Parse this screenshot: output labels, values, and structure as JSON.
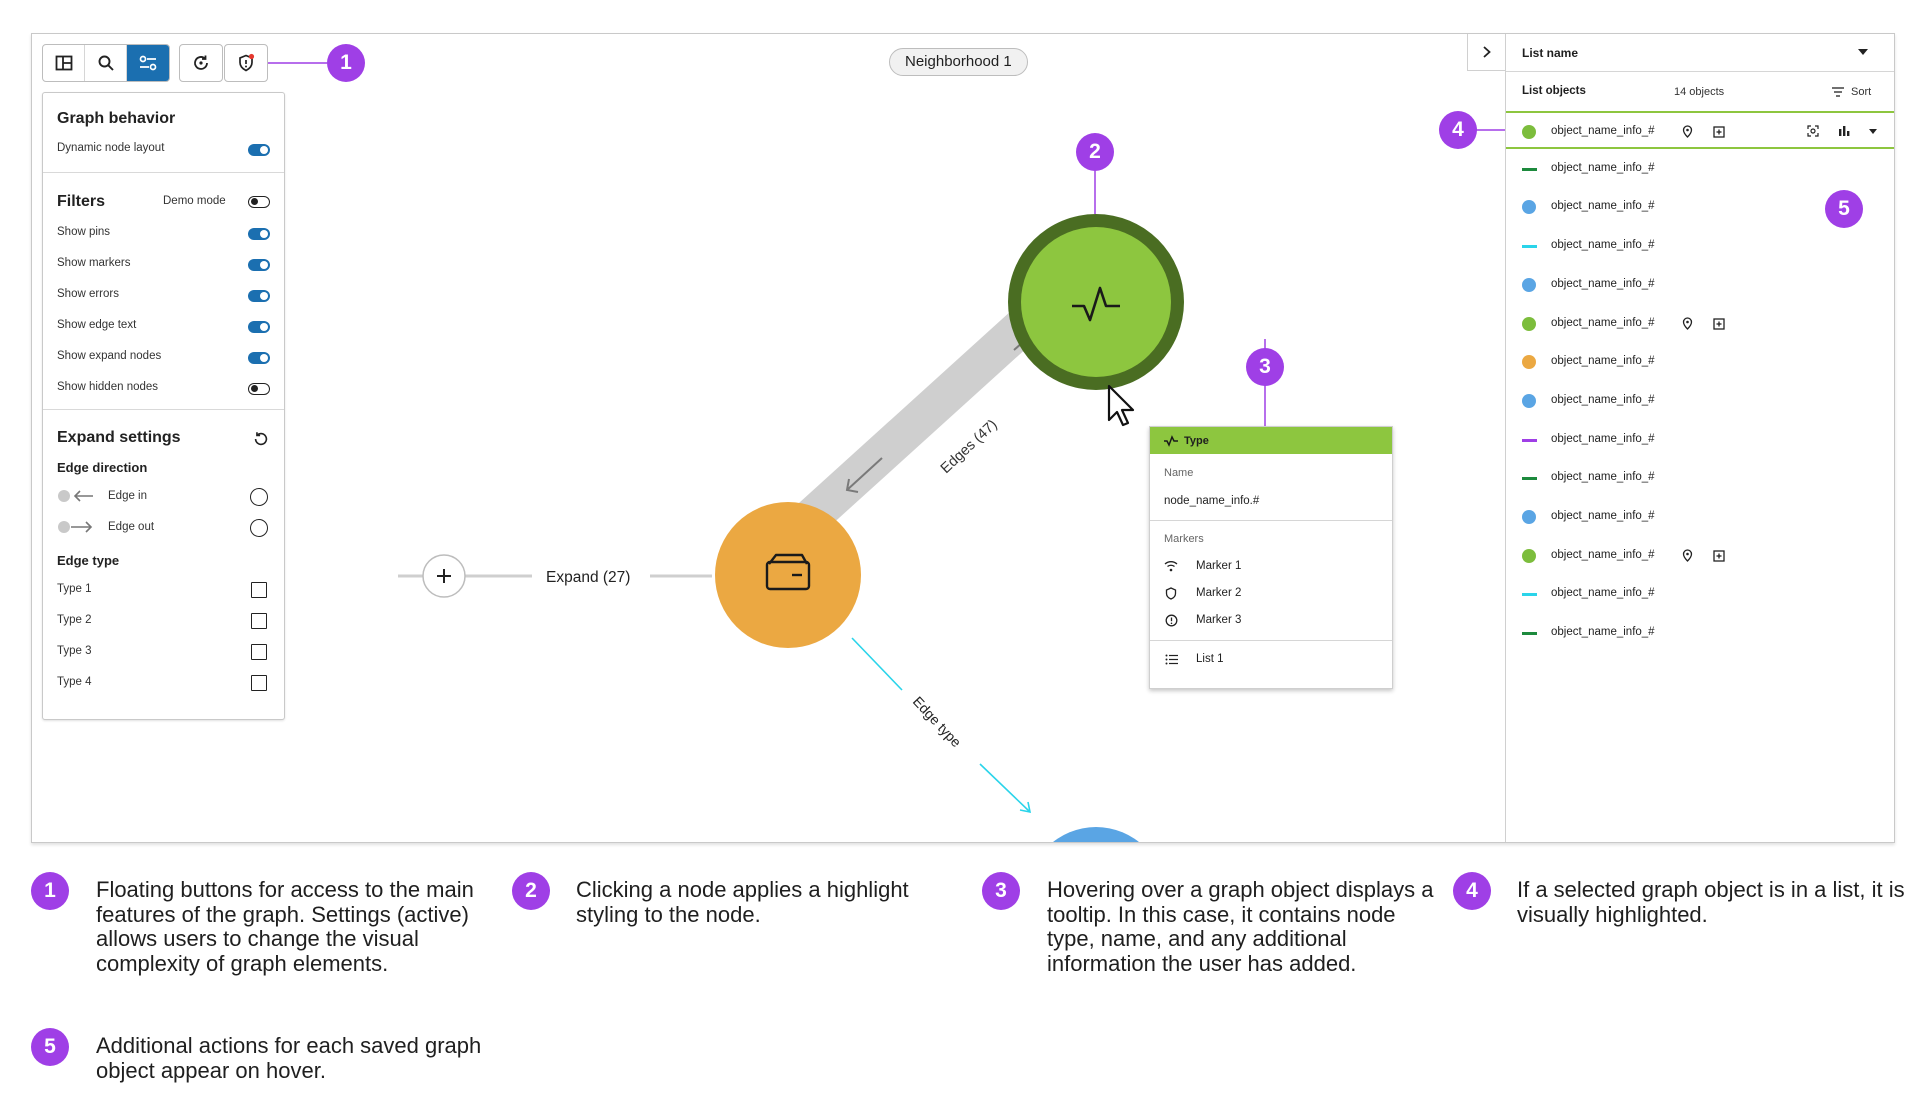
{
  "toolbar": {
    "buttons": [
      {
        "icon": "layout-icon"
      },
      {
        "icon": "search-icon"
      },
      {
        "icon": "settings-icon",
        "active": true
      },
      {
        "icon": "refresh-icon"
      },
      {
        "icon": "shield-alert-icon"
      }
    ],
    "active_color": "#1b6fb0"
  },
  "neighborhood_label": "Neighborhood 1",
  "settings": {
    "graph_behavior": {
      "title": "Graph behavior",
      "dynamic_layout_label": "Dynamic node layout",
      "dynamic_layout_on": true
    },
    "filters": {
      "title": "Filters",
      "demo_mode_label": "Demo mode",
      "items": [
        {
          "label": "Show pins",
          "on": true
        },
        {
          "label": "Show markers",
          "on": true
        },
        {
          "label": "Show errors",
          "on": true
        },
        {
          "label": "Show edge text",
          "on": true
        },
        {
          "label": "Show expand nodes",
          "on": true
        },
        {
          "label": "Show hidden nodes",
          "on": false
        }
      ]
    },
    "expand": {
      "title": "Expand settings",
      "edge_direction_title": "Edge direction",
      "edge_in": "Edge in",
      "edge_out": "Edge out",
      "edge_type_title": "Edge type",
      "types": [
        "Type 1",
        "Type 2",
        "Type 3",
        "Type 4"
      ]
    }
  },
  "graph": {
    "edges_label": "Edges (47)",
    "expand_label": "Expand (27)",
    "edge_type_label": "Edge type",
    "colors": {
      "green_node": "#8dc63f",
      "green_ring": "#4a6d22",
      "orange_node": "#eba842",
      "blue_node": "#5aa5e4",
      "cyan_edge": "#2ad4ea"
    }
  },
  "tooltip": {
    "header": "Type",
    "name_label": "Name",
    "name_value": "node_name_info.#",
    "markers_label": "Markers",
    "markers": [
      {
        "icon": "wifi-icon",
        "label": "Marker 1"
      },
      {
        "icon": "shield-icon",
        "label": "Marker 2"
      },
      {
        "icon": "alert-circle-icon",
        "label": "Marker 3"
      }
    ],
    "list_label": "List 1"
  },
  "list_panel": {
    "list_name": "List name",
    "list_objects": "List objects",
    "count": "14 objects",
    "sort": "Sort",
    "items": [
      {
        "label": "object_name_info_#",
        "kind": "dot",
        "color": "#7cbd3c",
        "selected": true,
        "pin": true,
        "add": true
      },
      {
        "label": "object_name_info_#",
        "kind": "line",
        "color": "#1d8a3d"
      },
      {
        "label": "object_name_info_#",
        "kind": "dot",
        "color": "#5aa5e4"
      },
      {
        "label": "object_name_info_#",
        "kind": "line",
        "color": "#2ad4ea"
      },
      {
        "label": "object_name_info_#",
        "kind": "dot",
        "color": "#5aa5e4"
      },
      {
        "label": "object_name_info_#",
        "kind": "dot",
        "color": "#7cbd3c",
        "pin": true,
        "add": true
      },
      {
        "label": "object_name_info_#",
        "kind": "dot",
        "color": "#eba842"
      },
      {
        "label": "object_name_info_#",
        "kind": "dot",
        "color": "#5aa5e4"
      },
      {
        "label": "object_name_info_#",
        "kind": "line",
        "color": "#9f3fe6"
      },
      {
        "label": "object_name_info_#",
        "kind": "line",
        "color": "#1d8a3d"
      },
      {
        "label": "object_name_info_#",
        "kind": "dot",
        "color": "#5aa5e4"
      },
      {
        "label": "object_name_info_#",
        "kind": "dot",
        "color": "#7cbd3c",
        "pin": true,
        "add": true
      },
      {
        "label": "object_name_info_#",
        "kind": "line",
        "color": "#2ad4ea"
      },
      {
        "label": "object_name_info_#",
        "kind": "line",
        "color": "#1d8a3d"
      }
    ]
  },
  "callout_color": "#9f3fe6",
  "callouts": [
    "1",
    "2",
    "3",
    "4",
    "5"
  ],
  "notes": [
    {
      "num": "1",
      "text": "Floating buttons for access to the main features of the graph. Settings (active) allows users to change the visual complexity of graph elements."
    },
    {
      "num": "2",
      "text": "Clicking a node applies a highlight styling to the node."
    },
    {
      "num": "3",
      "text": "Hovering over a graph object displays a tooltip. In this case, it contains node type, name, and any additional information the user has added."
    },
    {
      "num": "4",
      "text": "If a selected graph object is in a list, it is visually highlighted."
    },
    {
      "num": "5",
      "text": "Additional actions for each saved graph object appear on hover."
    }
  ]
}
